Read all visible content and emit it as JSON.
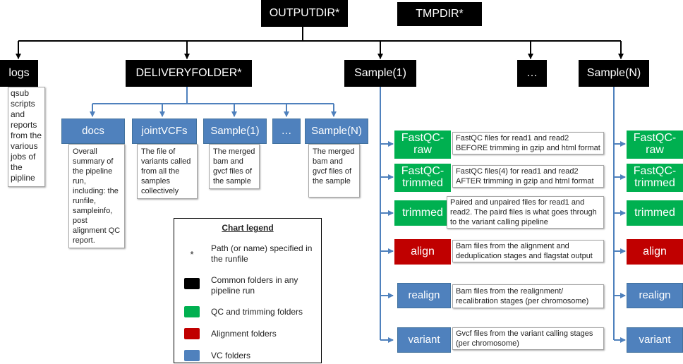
{
  "colors": {
    "common": "#000000",
    "qc": "#00b050",
    "alignment": "#c00000",
    "vc": "#4f81bd",
    "connector_common": "#000000",
    "connector_vc": "#4f81bd"
  },
  "nodes": {
    "outputdir": "OUTPUTDIR*",
    "tmpdir": "TMPDIR*",
    "logs": "logs",
    "deliveryfolder": "DELIVERYFOLDER*",
    "sample1": "Sample(1)",
    "ellipsis": "…",
    "sampleN": "Sample(N)"
  },
  "delivery_children": {
    "docs": "docs",
    "jointvcfs": "jointVCFs",
    "sample1": "Sample(1)",
    "ellipsis": "…",
    "sampleN": "Sample(N)"
  },
  "notes": {
    "logs": "qsub scripts and reports from the various jobs of the pipline",
    "docs": "Overall summary of the pipeline run, including: the runfile, sampleinfo, post alignment QC report.",
    "jointvcfs": "The file of variants called from all the samples collectively",
    "sample1": "The merged bam and gvcf files of the sample",
    "sampleN": "The merged bam and gvcf files of the sample"
  },
  "sample_folders": [
    {
      "label": "FastQC-raw",
      "type": "qc",
      "note": "FastQC files for read1 and read2 BEFORE trimming in gzip and html format"
    },
    {
      "label": "FastQC-trimmed",
      "type": "qc",
      "note": "FastQC files(4) for read1 and read2 AFTER trimming in gzip and html format"
    },
    {
      "label": "trimmed",
      "type": "qc",
      "note": "Paired and unpaired files for read1 and read2. The paird files is what goes through to the variant calling pipeline"
    },
    {
      "label": "align",
      "type": "alignment",
      "note": "Bam files from the alignment and deduplication stages and flagstat output"
    },
    {
      "label": "realign",
      "type": "vc",
      "note": "Bam files from the realignment/ recalibration stages (per chromosome)"
    },
    {
      "label": "variant",
      "type": "vc",
      "note": "Gvcf files from the variant calling stages (per chromosome)"
    }
  ],
  "legend": {
    "title": "Chart legend",
    "star_symbol": "*",
    "items": [
      {
        "label": "Path (or name) specified in the runfile"
      },
      {
        "label": "Common folders in any pipeline run"
      },
      {
        "label": "QC and trimming folders"
      },
      {
        "label": "Alignment folders"
      },
      {
        "label": "VC folders"
      }
    ]
  }
}
